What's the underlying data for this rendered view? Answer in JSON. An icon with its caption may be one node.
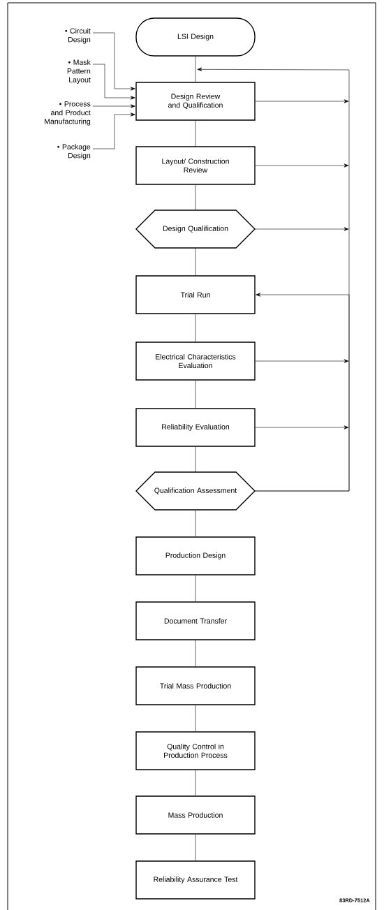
{
  "diagram": {
    "nodes": [
      {
        "text": [
          "LSI Design"
        ]
      },
      {
        "text": [
          "Design Review and Qualification"
        ]
      },
      {
        "text": [
          "Layout/ Construction Review"
        ]
      },
      {
        "text": [
          "Design Qualification"
        ]
      },
      {
        "text": [
          "Trial Run"
        ]
      },
      {
        "text": [
          "Electrical Characteristics Evaluation"
        ]
      },
      {
        "text": [
          "Reliability Evaluation"
        ]
      },
      {
        "text": [
          "Qualification Assessment"
        ]
      },
      {
        "text": [
          "Production Design"
        ]
      },
      {
        "text": [
          "Document Transfer"
        ]
      },
      {
        "text": [
          "Trial Mass Production"
        ]
      },
      {
        "text": [
          "Quality Control in Production Process"
        ]
      },
      {
        "text": [
          "Mass Production"
        ]
      },
      {
        "text": [
          "Reliability Assurance Test"
        ]
      },
      {
        "text": [
          "• Circuit Design"
        ]
      },
      {
        "text": [
          "• Mask Pattern Layout"
        ]
      },
      {
        "text": [
          "• Process and Product Manufacturing"
        ]
      },
      {
        "text": [
          "• Package Design"
        ]
      }
    ],
    "edges": [
      {
        "from": 0,
        "to": 1,
        "arrow": "none"
      },
      {
        "from": 1,
        "to": 2,
        "arrow": "none"
      },
      {
        "from": 2,
        "to": 3,
        "arrow": "none"
      },
      {
        "from": 3,
        "to": 4,
        "arrow": "none"
      },
      {
        "from": 4,
        "to": 5,
        "arrow": "none"
      },
      {
        "from": 5,
        "to": 6,
        "arrow": "none"
      },
      {
        "from": 6,
        "to": 7,
        "arrow": "none"
      },
      {
        "from": 7,
        "to": 8,
        "arrow": "none"
      },
      {
        "from": 8,
        "to": 9,
        "arrow": "none"
      },
      {
        "from": 9,
        "to": 10,
        "arrow": "none"
      },
      {
        "from": 10,
        "to": 11,
        "arrow": "none"
      },
      {
        "from": 11,
        "to": 12,
        "arrow": "none"
      },
      {
        "from": 12,
        "to": 13,
        "arrow": "none"
      },
      {
        "from": 14,
        "to": 1,
        "arrow": "to"
      },
      {
        "from": 15,
        "to": 1,
        "arrow": "to"
      },
      {
        "from": 16,
        "to": 1,
        "arrow": "to"
      },
      {
        "from": 17,
        "to": 1,
        "arrow": "to"
      },
      {
        "from": 1,
        "to": null,
        "arrow": "to"
      },
      {
        "from": 2,
        "to": null,
        "arrow": "to"
      },
      {
        "from": 3,
        "to": null,
        "arrow": "to"
      },
      {
        "from": 5,
        "to": null,
        "arrow": "to"
      },
      {
        "from": 6,
        "to": null,
        "arrow": "to"
      },
      {
        "from": 7,
        "to": 1,
        "arrow": "to"
      },
      {
        "from": 7,
        "to": 4,
        "arrow": "to"
      }
    ],
    "labels": [
      "83RD-7512A"
    ]
  }
}
